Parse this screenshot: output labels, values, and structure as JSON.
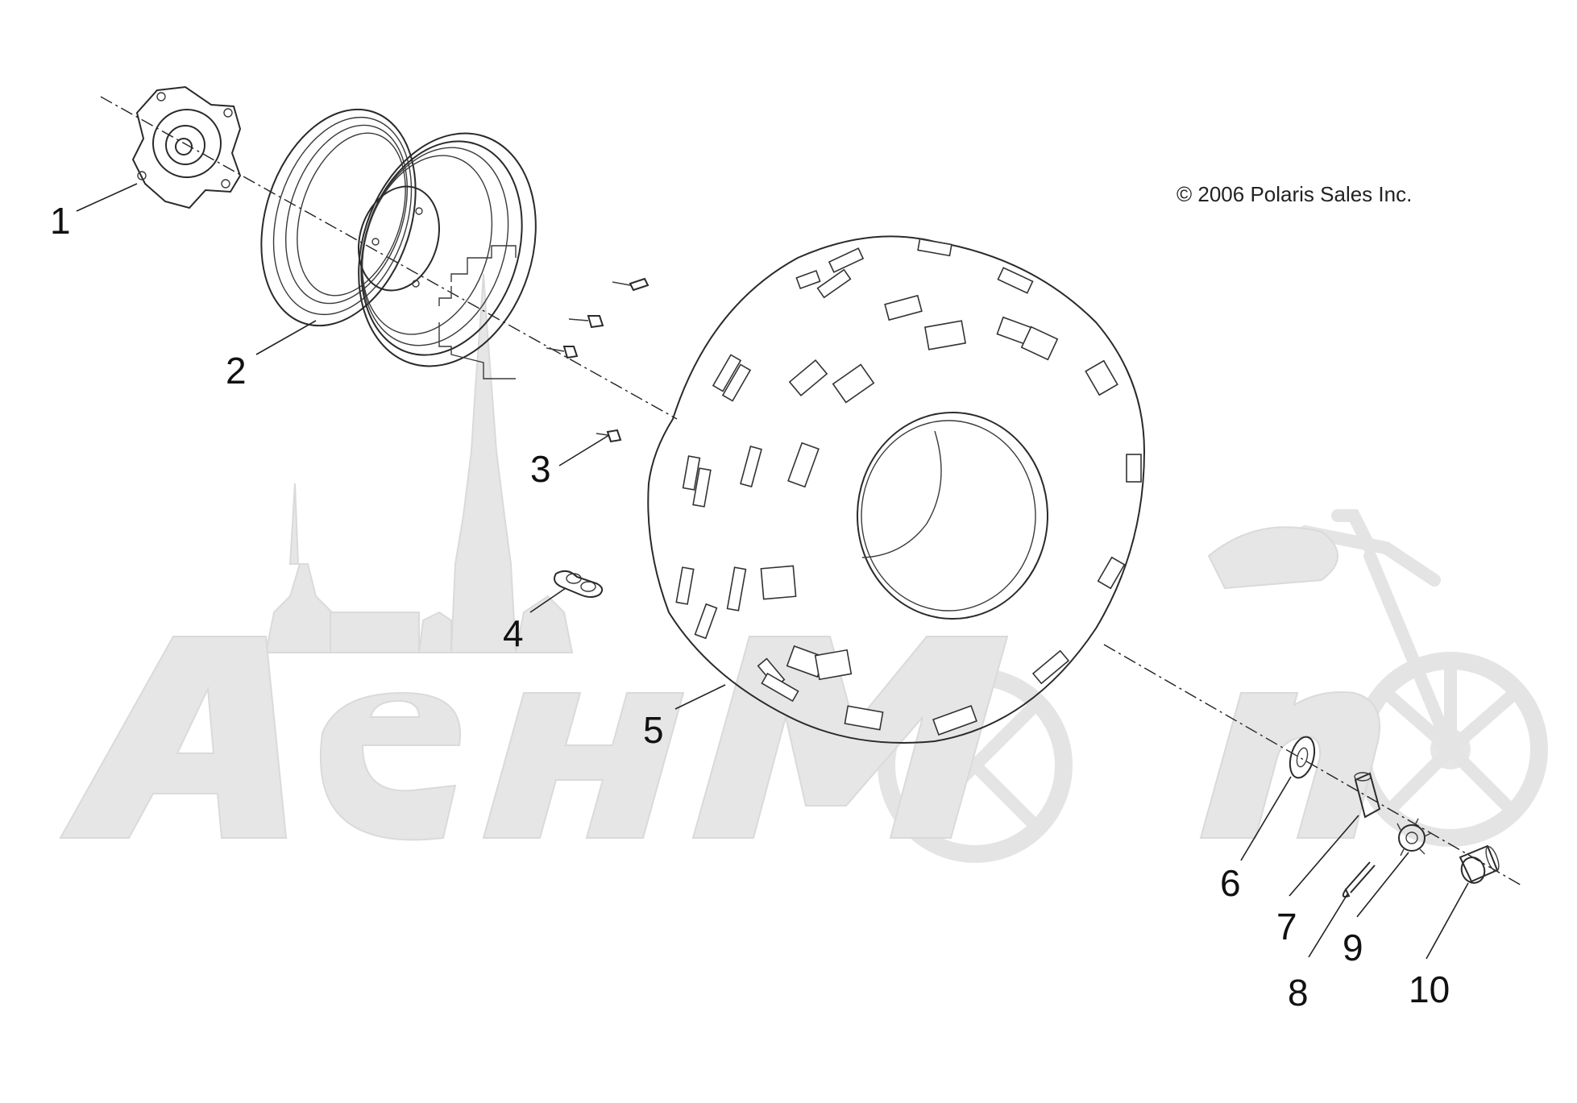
{
  "copyright": "© 2006 Polaris Sales Inc.",
  "watermark_text": "АенМото",
  "callouts": [
    "1",
    "2",
    "3",
    "4",
    "5",
    "6",
    "7",
    "8",
    "9",
    "10"
  ],
  "parts": [
    {
      "number": "1",
      "icon": "hub-icon"
    },
    {
      "number": "2",
      "icon": "wheel-rim-icon"
    },
    {
      "number": "3",
      "icon": "lug-nut-icon"
    },
    {
      "number": "4",
      "icon": "valve-stem-icon"
    },
    {
      "number": "5",
      "icon": "tire-icon"
    },
    {
      "number": "6",
      "icon": "washer-icon"
    },
    {
      "number": "7",
      "icon": "spacer-icon"
    },
    {
      "number": "8",
      "icon": "cotter-pin-icon"
    },
    {
      "number": "9",
      "icon": "castle-nut-icon"
    },
    {
      "number": "10",
      "icon": "hub-cap-icon"
    }
  ]
}
